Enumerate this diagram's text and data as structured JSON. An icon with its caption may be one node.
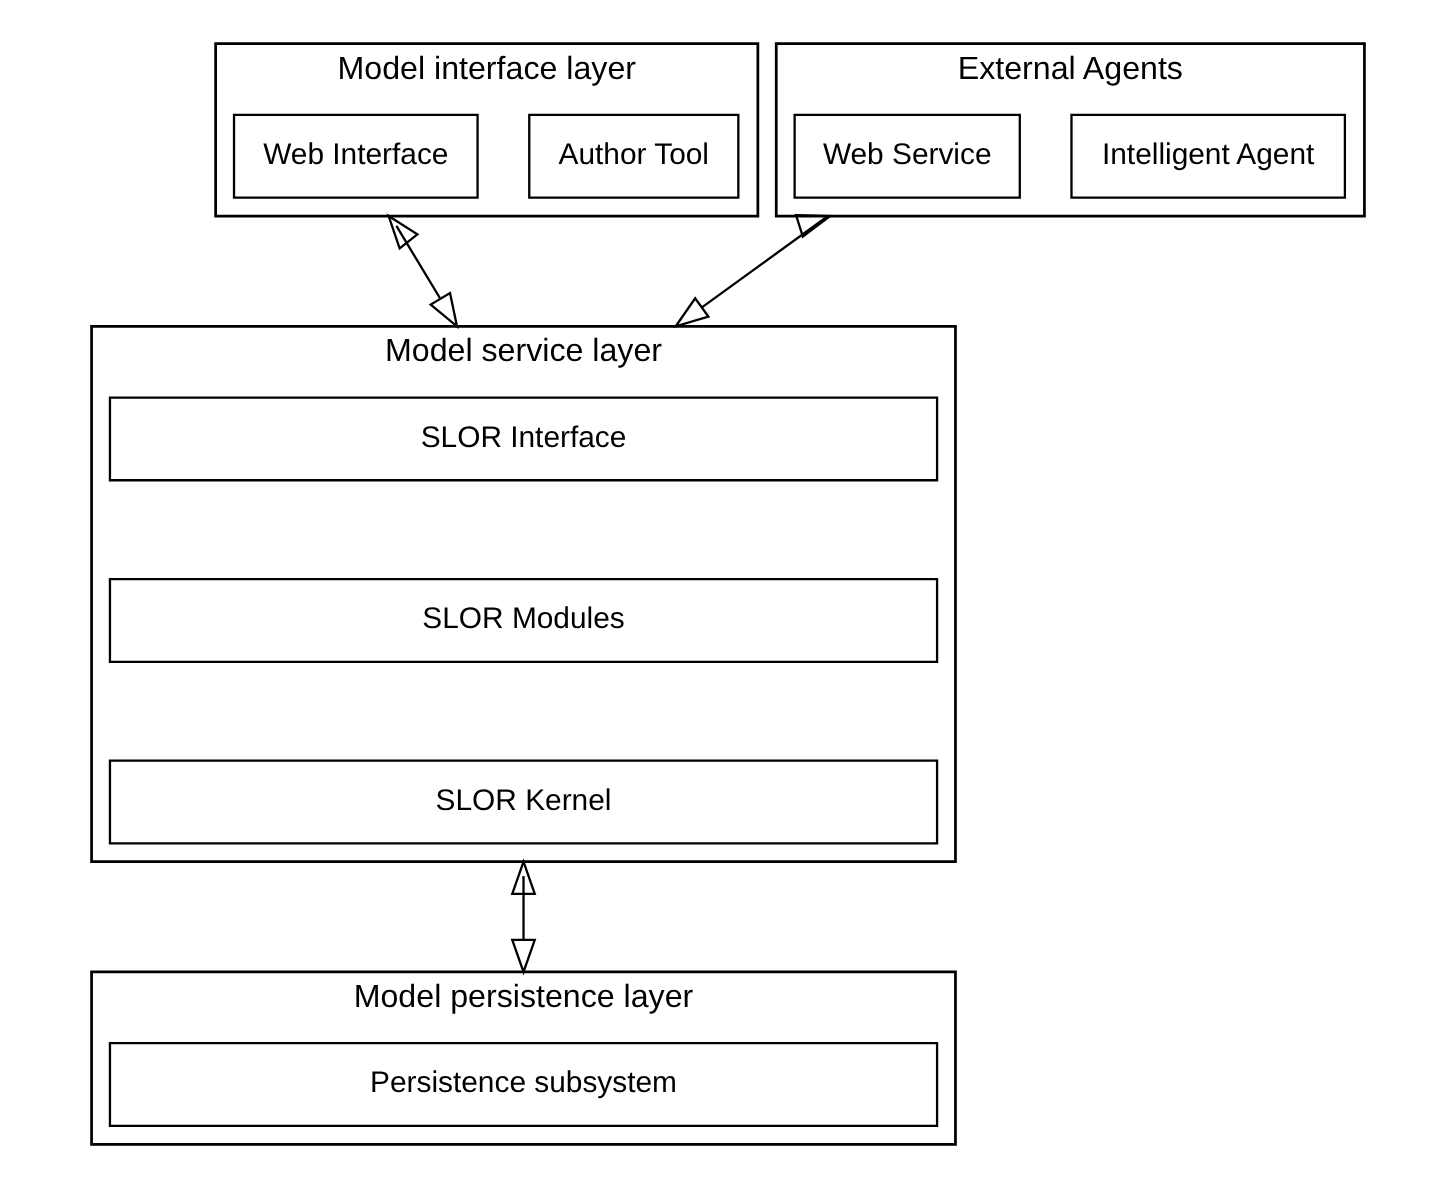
{
  "diagram": {
    "nodes": [
      {
        "text": [
          "Model interface layer"
        ]
      },
      {
        "text": [
          "Web Interface"
        ],
        "in": 0
      },
      {
        "text": [
          "Author Tool"
        ],
        "in": 0
      },
      {
        "text": [
          "External Agents"
        ]
      },
      {
        "text": [
          "Web Service"
        ],
        "in": 3
      },
      {
        "text": [
          "Intelligent Agent"
        ],
        "in": 3
      },
      {
        "text": [
          "Model service layer"
        ]
      },
      {
        "text": [
          "SLOR Interface"
        ],
        "in": 6
      },
      {
        "text": [
          "SLOR Modules"
        ],
        "in": 6
      },
      {
        "text": [
          "SLOR Kernel"
        ],
        "in": 6
      },
      {
        "text": [
          "Model persistence layer"
        ]
      },
      {
        "text": [
          "Persistence subsystem"
        ],
        "in": 10
      }
    ],
    "edges": [
      {
        "from": 0,
        "to": 6,
        "arrow": "both"
      },
      {
        "from": 3,
        "to": 6,
        "arrow": "both"
      },
      {
        "from": 6,
        "to": 10,
        "arrow": "both"
      }
    ]
  }
}
